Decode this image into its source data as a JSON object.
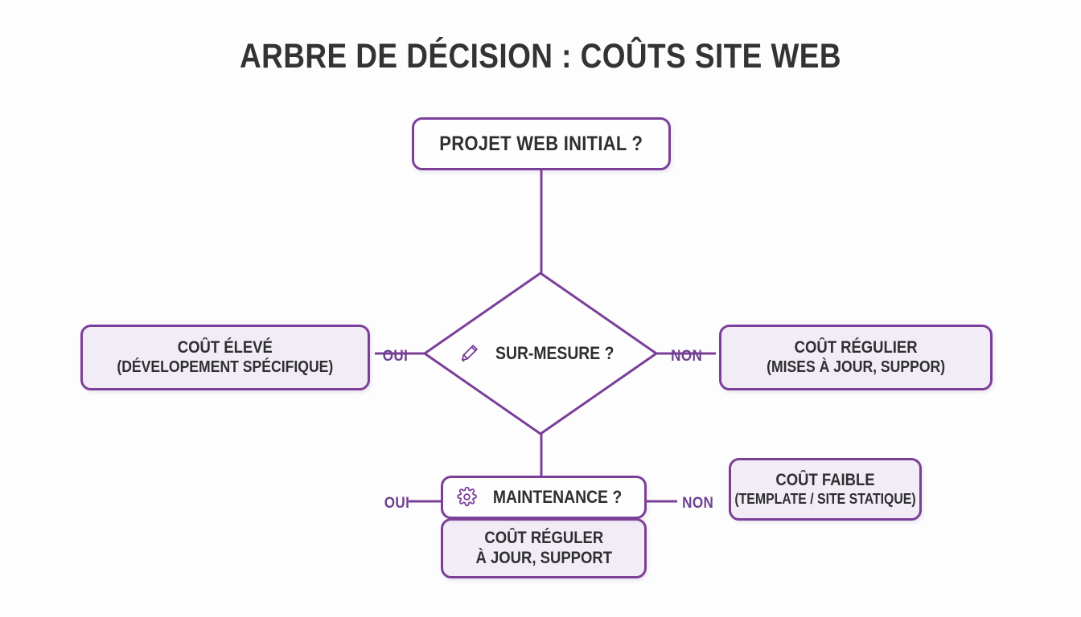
{
  "page": {
    "title": "ARBRE DE DÉCISION : COÛTS SITE WEB",
    "background_color": "#fdfdfe",
    "accent_color": "#7c3f98",
    "node_fill_lilac": "#f1ecf6",
    "node_fill_white": "#fefeff",
    "text_color": "#2f2f31",
    "label_color": "#6f4090"
  },
  "nodes": {
    "root": {
      "label": "PROJET WEB INITIAL ?",
      "shape": "rounded-rect",
      "fill": "white"
    },
    "sur_mesure": {
      "label": "SUR-MESURE ?",
      "shape": "diamond",
      "icon": "pencil-icon"
    },
    "cout_eleve": {
      "line1": "COÛT ÉLEVÉ",
      "line2": "(DÉVELOPEMENT SPÉCIFIQUE)",
      "shape": "rounded-rect",
      "fill": "lilac"
    },
    "cout_regulier": {
      "line1": "COÛT RÉGULIER",
      "line2": "(MISES À JOUR, SUPPOR)",
      "shape": "rounded-rect",
      "fill": "lilac"
    },
    "maintenance": {
      "label": "MAINTENANCE ?",
      "shape": "rounded-rect",
      "fill": "white",
      "icon": "gear-icon"
    },
    "cout_reguler": {
      "line1": "COÛT RÉGULER",
      "line2": "À JOUR, SUPPORT",
      "shape": "rounded-rect",
      "fill": "lilac"
    },
    "cout_faible": {
      "line1": "COÛT FAIBLE",
      "line2": "(TEMPLATE / SITE STATIQUE)",
      "shape": "rounded-rect",
      "fill": "lilac"
    }
  },
  "edge_labels": {
    "sur_mesure_yes": "OUI",
    "sur_mesure_no": "NON",
    "maintenance_yes": "OUI",
    "maintenance_no": "NON"
  }
}
